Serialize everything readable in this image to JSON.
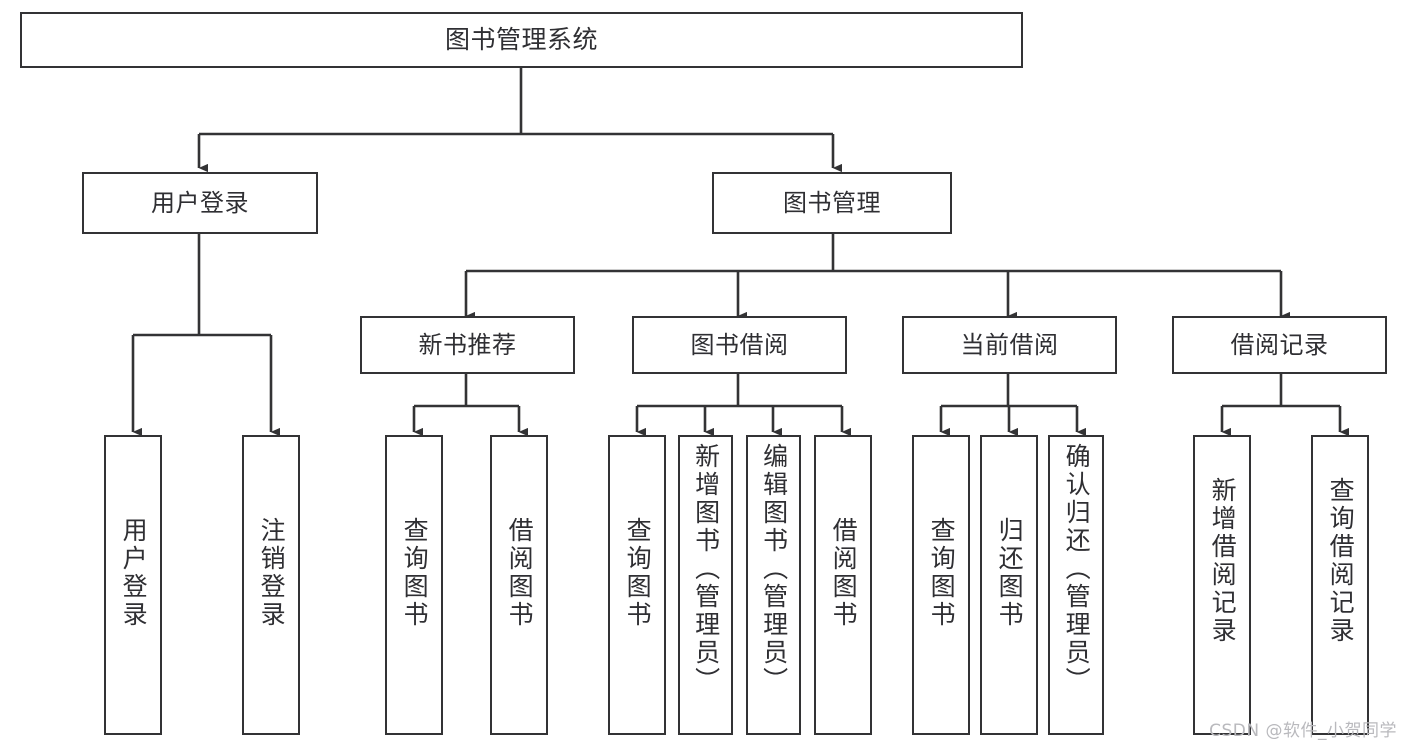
{
  "diagram": {
    "title": "图书管理系统",
    "type": "tree-hierarchy-chart",
    "stroke_color": "#333335",
    "text_color": "#2f2f33",
    "background_color": "#ffffff",
    "watermark": "CSDN @软件_小贺同学",
    "nodes": {
      "root": {
        "label": "图书管理系统"
      },
      "level2": [
        {
          "label": "用户登录"
        },
        {
          "label": "图书管理"
        }
      ],
      "level3": [
        {
          "label": "新书推荐"
        },
        {
          "label": "图书借阅"
        },
        {
          "label": "当前借阅"
        },
        {
          "label": "借阅记录"
        }
      ],
      "leaves_user_login": [
        {
          "label": "用户登录"
        },
        {
          "label": "注销登录"
        }
      ],
      "leaves_new_book": [
        {
          "label": "查询图书"
        },
        {
          "label": "借阅图书"
        }
      ],
      "leaves_borrow": [
        {
          "label": "查询图书"
        },
        {
          "label": "新增图书（管理员）"
        },
        {
          "label": "编辑图书（管理员）"
        },
        {
          "label": "借阅图书"
        }
      ],
      "leaves_current": [
        {
          "label": "查询图书"
        },
        {
          "label": "归还图书"
        },
        {
          "label": "确认归还（管理员）"
        }
      ],
      "leaves_records": [
        {
          "label": "新增借阅记录"
        },
        {
          "label": "查询借阅记录"
        }
      ]
    }
  }
}
